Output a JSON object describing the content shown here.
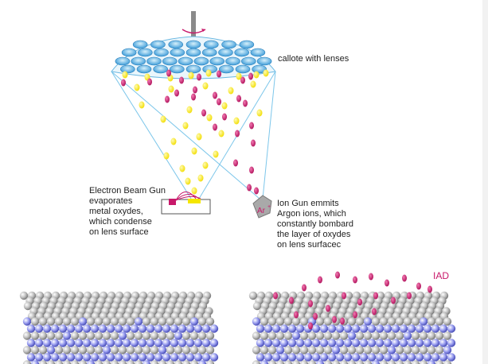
{
  "labels": {
    "callote": "callote with lenses",
    "electron_gun": "Electron Beam Gun\nevaporates\nmetal oxydes,\nwhich condense\non lens surface",
    "ion_gun": "Ion Gun emmits\nArgon ions, which\nconstantly bombard\nthe layer of oxydes\non lens surfacec",
    "ion_symbol": "Ar",
    "ion_charge": "+",
    "iad": "IAD"
  },
  "colors": {
    "lens_blue": "#4aa8e0",
    "lens_light": "#bfe3f7",
    "ion_magenta": "#c8186a",
    "vapor_yellow": "#f5e600",
    "cone_line": "#7cc6ea",
    "atom_gray": "#b8b8b8",
    "atom_blue": "#8a8fe0"
  },
  "icons": [
    "rotation-arrow-icon",
    "electron-beam-gun-icon",
    "ion-gun-icon"
  ]
}
